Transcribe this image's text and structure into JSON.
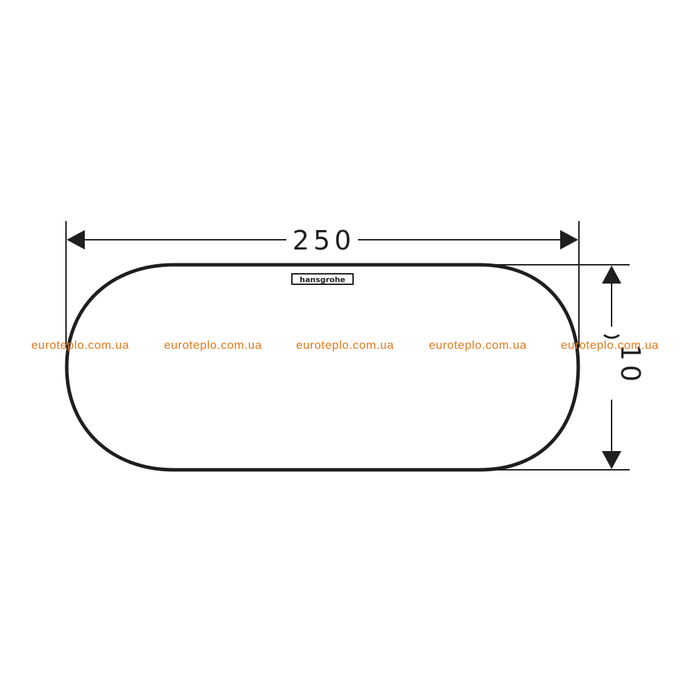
{
  "drawing": {
    "width_label": "250",
    "height_label": "10",
    "brand_label": "hansgrohe"
  },
  "watermarks": [
    "euroteplo.com.ua",
    "euroteplo.com.ua",
    "euroteplo.com.ua",
    "euroteplo.com.ua",
    "euroteplo.com.ua"
  ],
  "colors": {
    "line": "#1f1f1f",
    "watermark": "#e07a1a"
  }
}
